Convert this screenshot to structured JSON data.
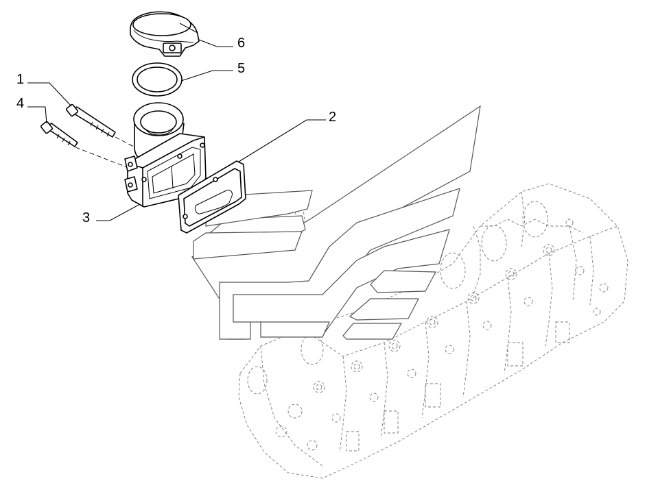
{
  "diagram": {
    "callouts": [
      {
        "id": "1",
        "label": "1"
      },
      {
        "id": "2",
        "label": "2"
      },
      {
        "id": "3",
        "label": "3"
      },
      {
        "id": "4",
        "label": "4"
      },
      {
        "id": "5",
        "label": "5"
      },
      {
        "id": "6",
        "label": "6"
      }
    ],
    "components": {
      "p1": "screw",
      "p2": "gasket",
      "p3": "water-outlet-housing",
      "p4": "screw",
      "p5": "o-ring",
      "p6": "hose-clamp",
      "ref": "cylinder-head"
    }
  }
}
